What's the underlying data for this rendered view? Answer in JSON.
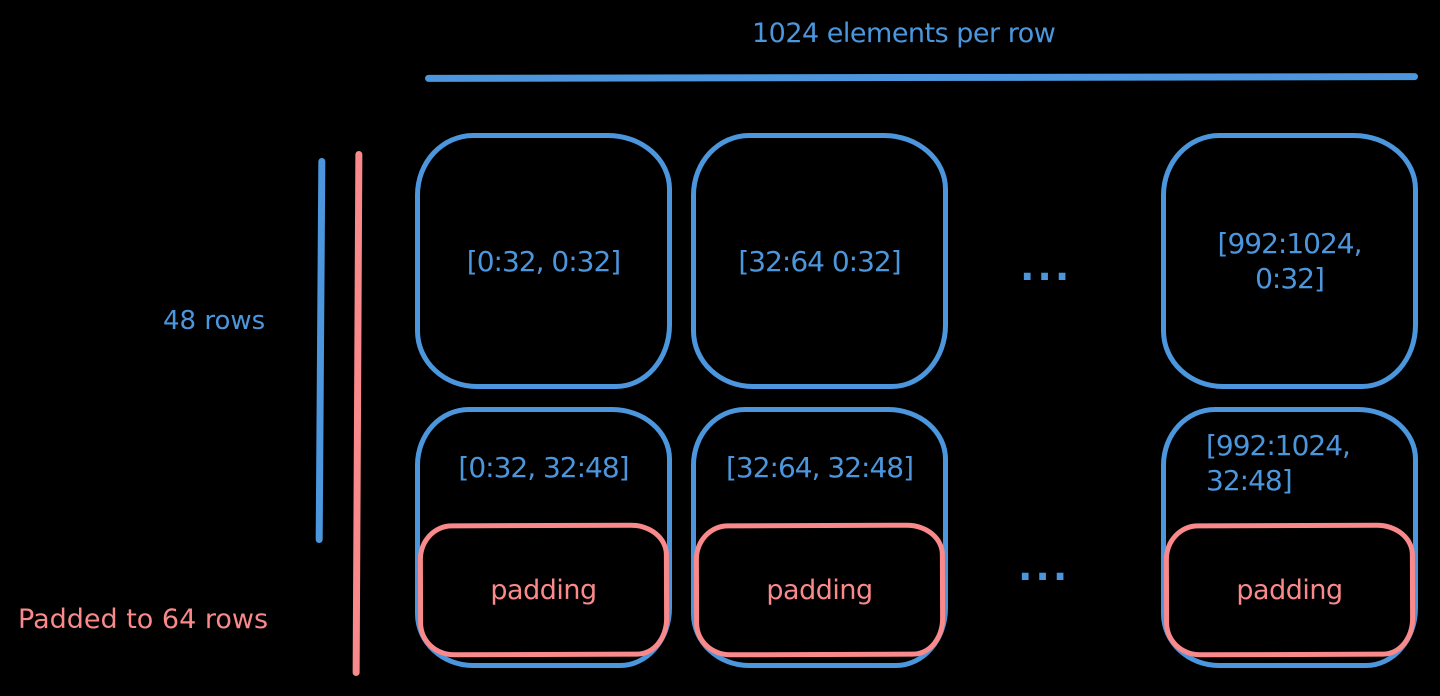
{
  "diagram": {
    "title": "1024 elements per row",
    "labels": {
      "rows": "48 rows",
      "padded": "Padded to 64 rows"
    },
    "colors": {
      "blue": "#4b96dc",
      "red": "#f9898a",
      "background": "#000000"
    },
    "top_row": {
      "tiles": [
        {
          "label": "[0:32, 0:32]"
        },
        {
          "label": "[32:64 0:32]"
        },
        {
          "label": "[992:1024, 0:32]"
        }
      ],
      "ellipsis": "..."
    },
    "bottom_row": {
      "tiles": [
        {
          "label": "[0:32, 32:48]",
          "padding": "padding"
        },
        {
          "label": "[32:64, 32:48]",
          "padding": "padding"
        },
        {
          "label": "[992:1024, 32:48]",
          "padding": "padding"
        }
      ],
      "ellipsis": "..."
    }
  }
}
